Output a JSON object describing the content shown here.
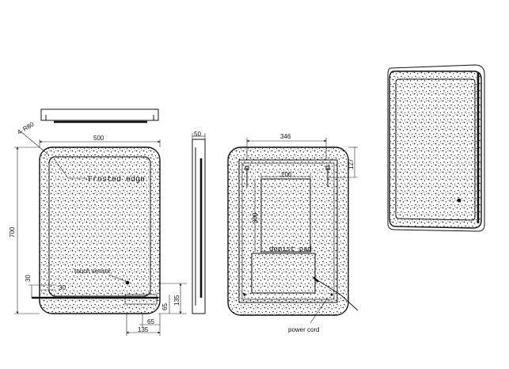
{
  "labels": {
    "frosted_edge": "Frosted edge",
    "touch_sensor": "touch sensor",
    "demist_pad": "demist pad",
    "power_cord": "power cord"
  },
  "dimensions": {
    "radius": "R80",
    "radius_prefix": "4-",
    "width": "500",
    "height": "700",
    "sensor_offset_v": "30",
    "sensor_offset_h": "30",
    "sensor_h": "135",
    "sensor_small_h": "65",
    "sensor_small_w": "65",
    "sensor_w": "135",
    "depth": "50",
    "back_width": "346",
    "back_top": "127",
    "pad_width": "200",
    "pad_height": "300"
  }
}
